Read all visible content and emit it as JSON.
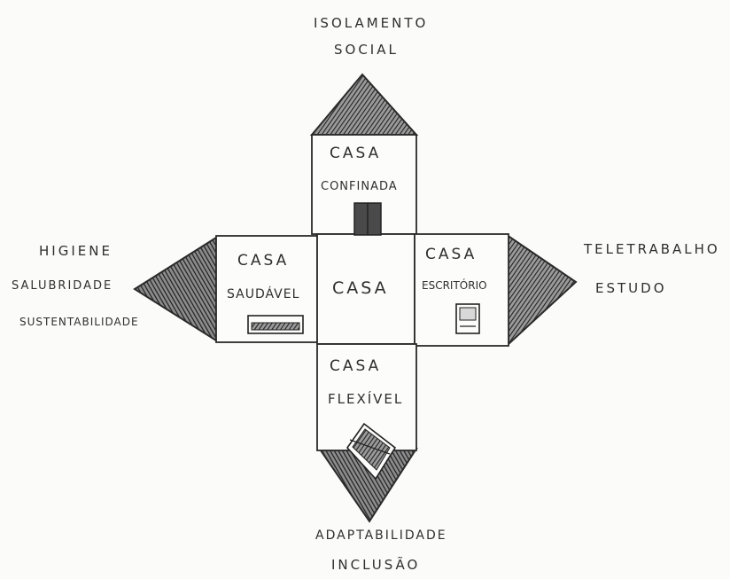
{
  "center": {
    "label": "CASA"
  },
  "rooms": {
    "top": {
      "line1": "CASA",
      "line2": "CONFINADA"
    },
    "left": {
      "line1": "CASA",
      "line2": "SAUDÁVEL"
    },
    "right": {
      "line1": "CASA",
      "line2": "ESCRITÓRIO"
    },
    "bottom": {
      "line1": "CASA",
      "line2": "FLEXÍVEL"
    }
  },
  "themes": {
    "top": {
      "line1": "ISOLAMENTO",
      "line2": "SOCIAL"
    },
    "left": {
      "line1": "HIGIENE",
      "line2": "SALUBRIDADE",
      "line3": "SUSTENTABILIDADE"
    },
    "right": {
      "line1": "TELETRABALHO",
      "line2": "ESTUDO"
    },
    "bottom": {
      "line1": "ADAPTABILIDADE",
      "line2": "INCLUSÃO"
    }
  },
  "icons": {
    "top": "door-icon",
    "left": "bed-icon",
    "right": "desk-icon",
    "bottom": "easel-icon"
  },
  "colors": {
    "ink": "#2f2f2f",
    "hatch": "#3a3a3a",
    "paper": "#fbfbf9"
  }
}
